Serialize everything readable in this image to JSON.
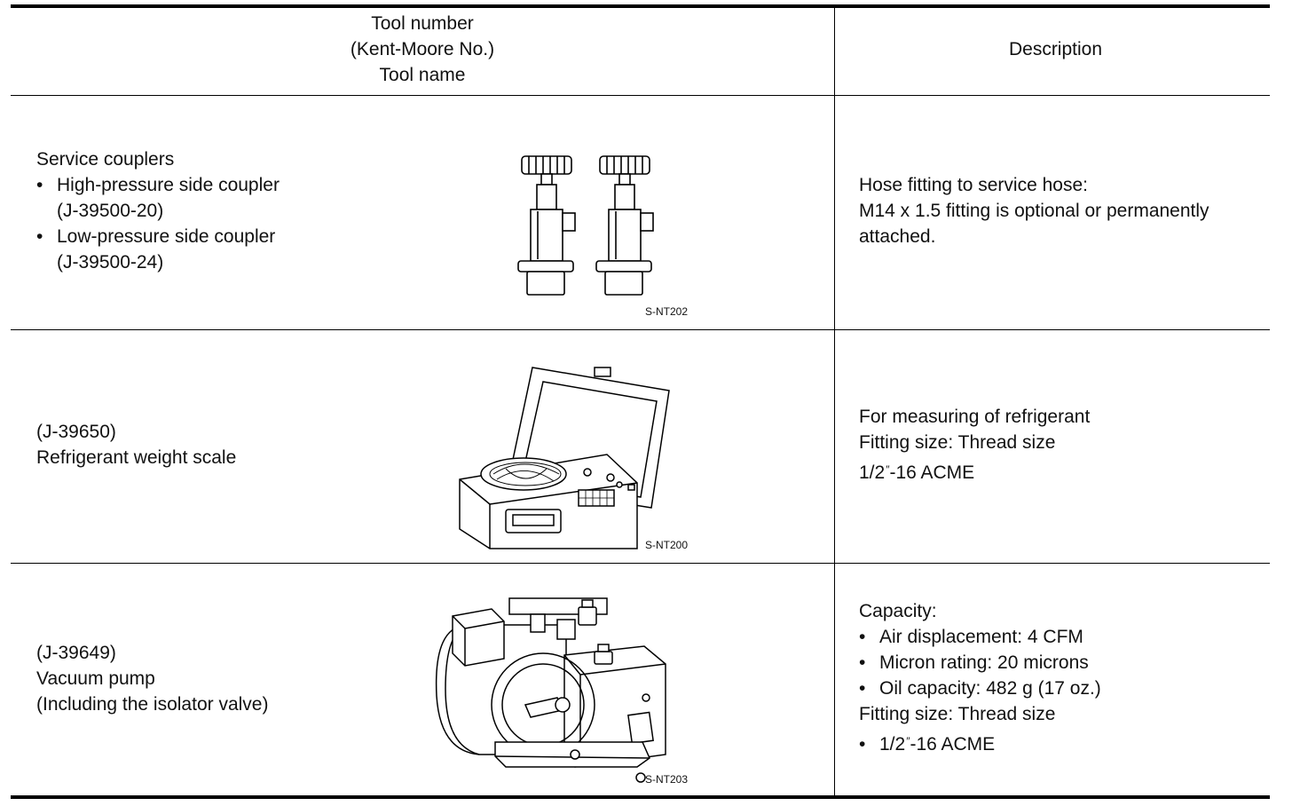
{
  "header": {
    "tool_col_lines": [
      "Tool number",
      "(Kent-Moore No.)",
      "Tool name"
    ],
    "desc_col": "Description"
  },
  "rows": [
    {
      "tool": {
        "name": "Service couplers",
        "bullets": [
          {
            "label": "High-pressure side coupler",
            "number": "(J-39500-20)"
          },
          {
            "label": "Low-pressure side coupler",
            "number": "(J-39500-24)"
          }
        ]
      },
      "figure_code": "S-NT202",
      "description": [
        "Hose fitting to service hose:",
        "M14 x 1.5 fitting is optional or permanently",
        "attached."
      ]
    },
    {
      "tool": {
        "number": "(J-39650)",
        "name": "Refrigerant weight scale"
      },
      "figure_code": "S-NT200",
      "description": {
        "lines": [
          "For measuring of refrigerant",
          "Fitting size: Thread size"
        ],
        "size_prefix": "1/2",
        "size_mark": "″",
        "size_suffix": "-16 ACME"
      }
    },
    {
      "tool": {
        "number": "(J-39649)",
        "name": "Vacuum pump",
        "note": "(Including the isolator valve)"
      },
      "figure_code": "S-NT203",
      "description": {
        "title": "Capacity:",
        "bullets": [
          "Air displacement: 4 CFM",
          "Micron rating: 20 microns",
          "Oil capacity: 482 g (17 oz.)"
        ],
        "fitting": "Fitting size: Thread size",
        "size_prefix": "1/2",
        "size_mark": "″",
        "size_suffix": "-16 ACME"
      }
    }
  ],
  "bullet_char": "•"
}
